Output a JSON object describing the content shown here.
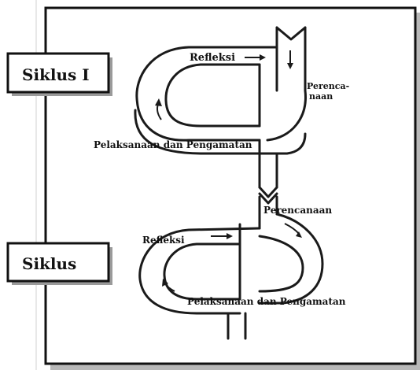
{
  "cycle1": {
    "box_label": "Siklus  I",
    "refleksi": "Refleksi",
    "perencanaan_line1": "Perenca-",
    "perencanaan_line2": "naan",
    "pelaksanaan": "Pelaksanaan dan Pengamatan"
  },
  "cycle2": {
    "box_label": "Siklus",
    "refleksi": "Refleksi",
    "perencanaan": "Perencanaan",
    "pelaksanaan": "Pelaksanaan dan Pengamatan"
  },
  "colors": {
    "line": "#1a1a1a",
    "background": "#ffffff"
  }
}
